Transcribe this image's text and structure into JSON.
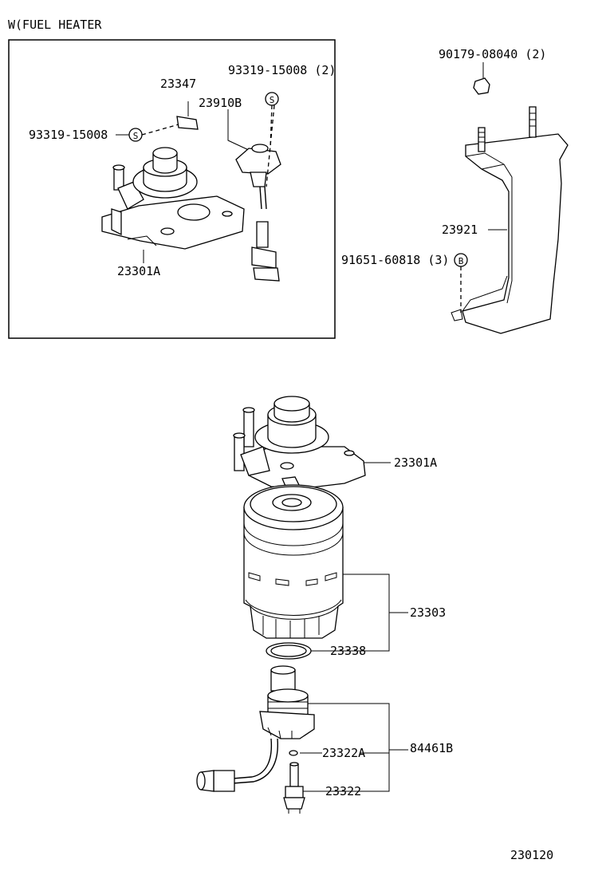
{
  "header": {
    "title": "W(FUEL HEATER"
  },
  "inset": {
    "labels": {
      "clip": "23347",
      "screw_top": "93319-15008 (2)",
      "screw_top_symbol": "S",
      "sensor": "23910B",
      "screw_left": "93319-15008",
      "screw_left_symbol": "S",
      "filter_head": "23301A"
    }
  },
  "bracket": {
    "labels": {
      "nut": "90179-08040 (2)",
      "bracket": "23921",
      "bolt": "91651-60818 (3)",
      "bolt_symbol": "B"
    }
  },
  "main": {
    "labels": {
      "filter_head": "23301A",
      "filter_element": "23303",
      "o_ring": "23338",
      "sensor_assy": "84461B",
      "o_ring_small": "23322A",
      "switch": "23322"
    }
  },
  "footer": {
    "code": "230120"
  }
}
